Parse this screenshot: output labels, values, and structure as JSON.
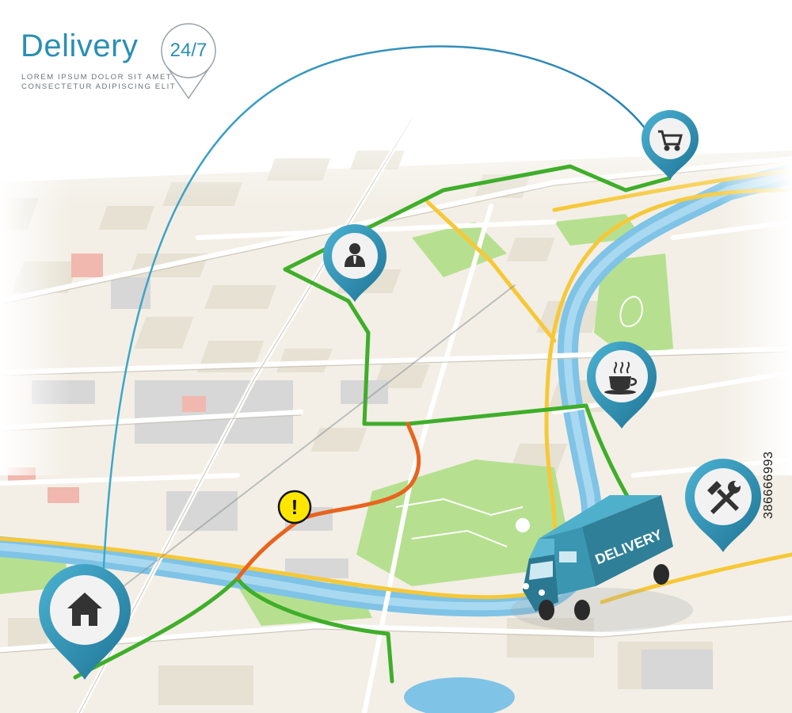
{
  "header": {
    "title": "Delivery",
    "badge": "24/7",
    "subtitle_line1": "LOREM IPSUM DOLOR SIT AMET",
    "subtitle_line2": "CONSECTETUR ADIPISCING ELIT"
  },
  "truck": {
    "label": "DELIVERY"
  },
  "pins": [
    {
      "name": "home",
      "icon": "home-icon"
    },
    {
      "name": "office",
      "icon": "businessman-icon"
    },
    {
      "name": "shop",
      "icon": "shopping-cart-icon"
    },
    {
      "name": "cafe",
      "icon": "coffee-cup-icon"
    },
    {
      "name": "service",
      "icon": "wrench-hammer-icon"
    }
  ],
  "alert": {
    "icon": "warning-icon",
    "symbol": "!"
  },
  "watermark": "386666993",
  "colors": {
    "brand": "#2b8fb3",
    "pin": "#2a8db0",
    "route_green": "#3fae2a",
    "route_orange": "#e8641e",
    "river": "#7fc3e6",
    "park": "#b6e08f",
    "road_yellow": "#f6c838",
    "truck": "#2f7f98",
    "alert": "#ffe600"
  }
}
